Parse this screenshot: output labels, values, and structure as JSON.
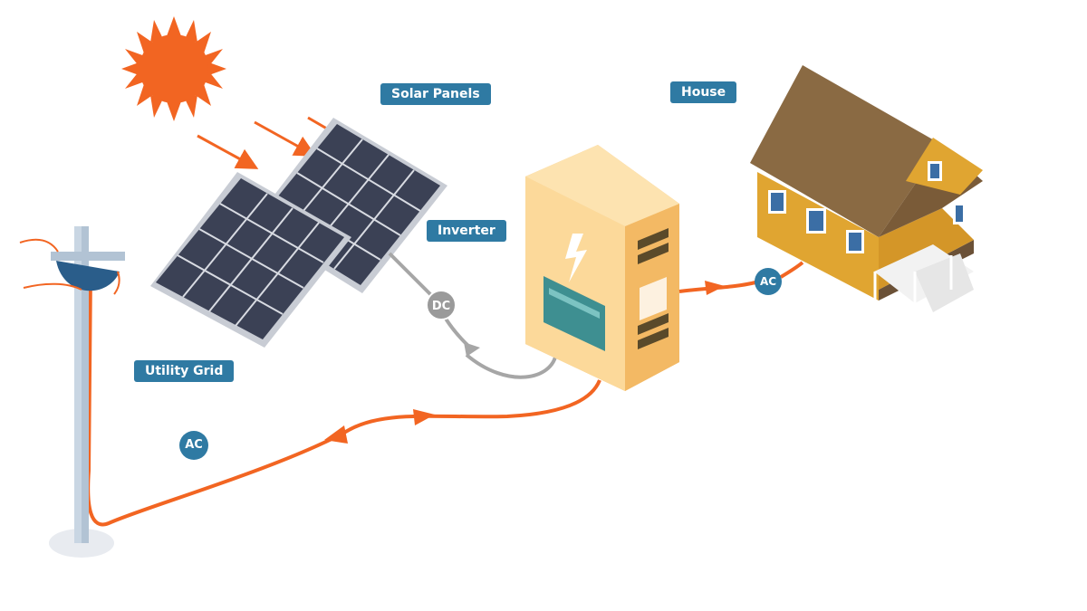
{
  "labels": {
    "solar_panels": "Solar Panels",
    "house": "House",
    "inverter": "Inverter",
    "utility_grid": "Utility Grid"
  },
  "badges": {
    "dc": "DC",
    "ac_house": "AC",
    "ac_grid": "AC"
  },
  "colors": {
    "label_bg": "#2f7aa3",
    "ac_line": "#f26522",
    "dc_line": "#a6a6a6",
    "sun": "#f26522",
    "panel": "#3b4155",
    "inverter": "#fcd99a",
    "house_wall": "#e0a531",
    "roof": "#8a6a43"
  }
}
